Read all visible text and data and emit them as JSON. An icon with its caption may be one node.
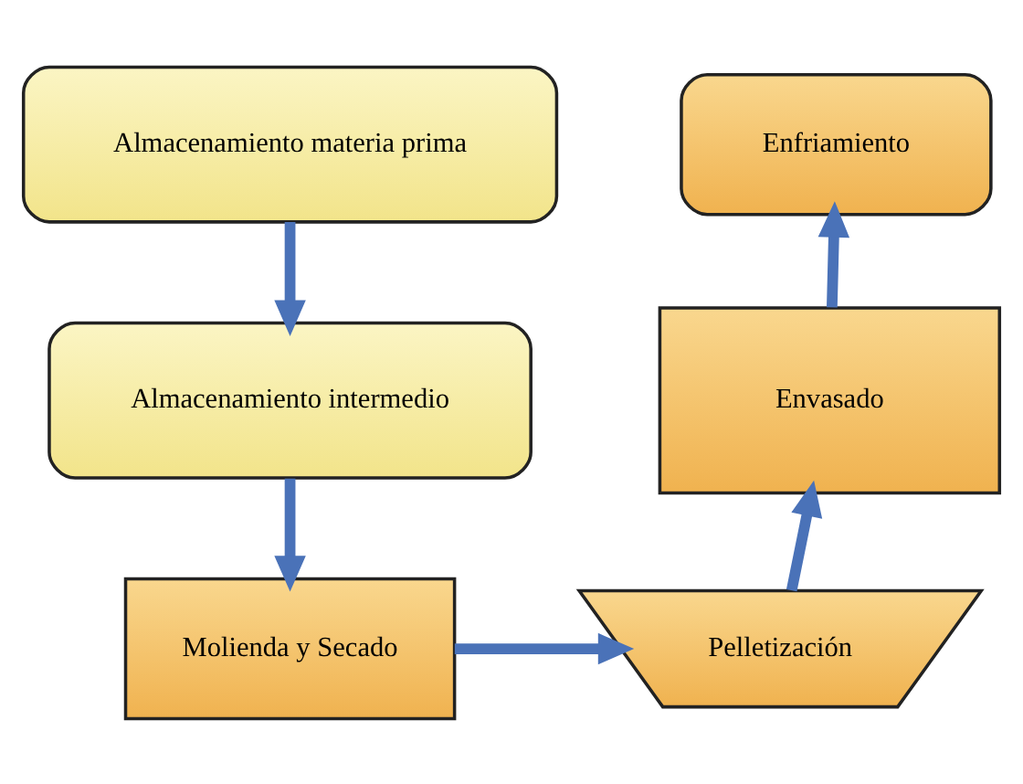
{
  "diagram": {
    "nodes": [
      {
        "text": [
          "Almacenamiento materia prima"
        ]
      },
      {
        "text": [
          "Almacenamiento intermedio"
        ]
      },
      {
        "text": [
          "Molienda y Secado"
        ]
      },
      {
        "text": [
          "Pelletización"
        ]
      },
      {
        "text": [
          "Envasado"
        ]
      },
      {
        "text": [
          "Enfriamiento"
        ]
      }
    ],
    "edges": [
      {
        "from": 0,
        "to": 1,
        "arrow": "to"
      },
      {
        "from": 1,
        "to": 2,
        "arrow": "to"
      },
      {
        "from": 2,
        "to": 3,
        "arrow": "to"
      },
      {
        "from": 3,
        "to": 4,
        "arrow": "to"
      },
      {
        "from": 4,
        "to": 5,
        "arrow": "to"
      }
    ]
  }
}
